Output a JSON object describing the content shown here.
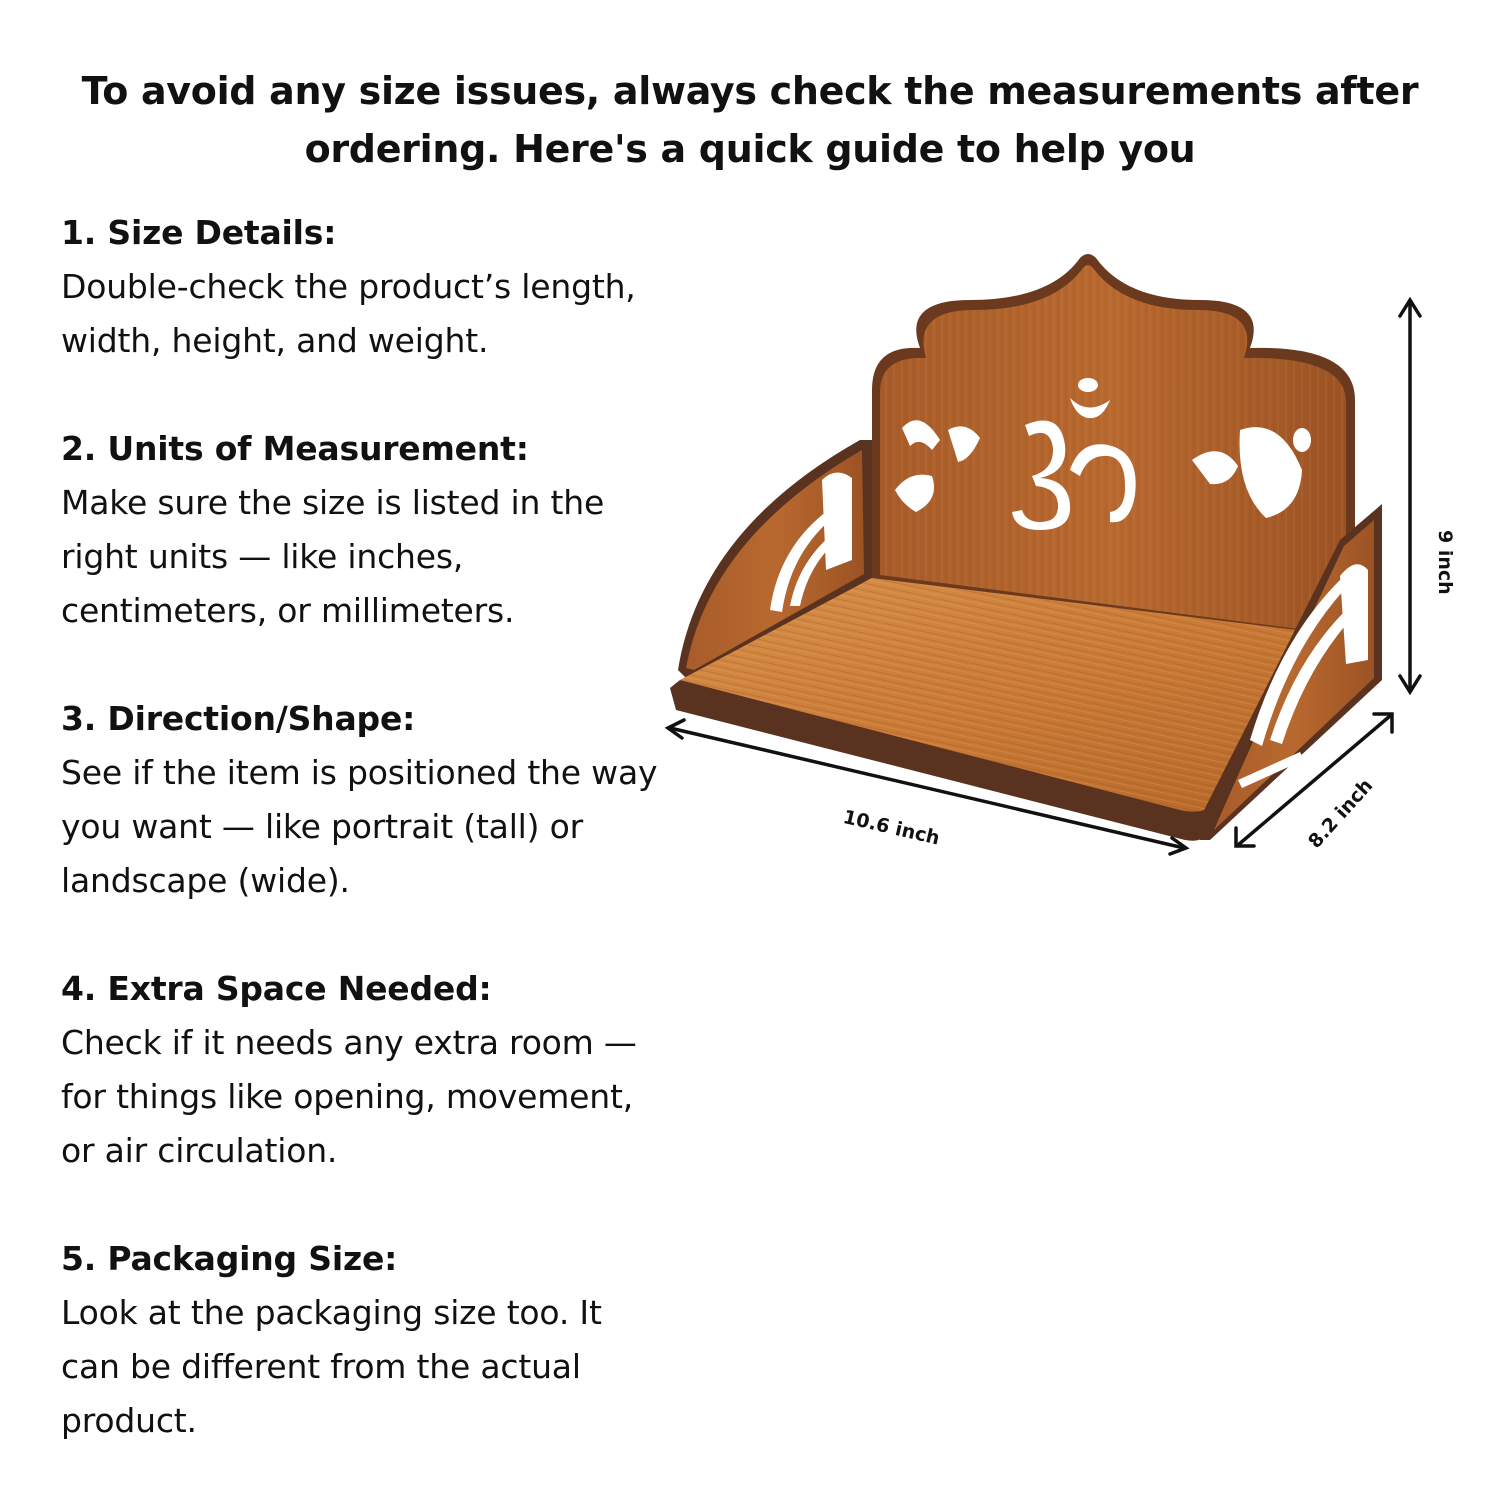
{
  "headline": {
    "line1": "To avoid any size issues, always check the measurements after",
    "line2": "ordering. Here's a quick guide to help you"
  },
  "sections": [
    {
      "title": "1. Size Details:",
      "lines": [
        " Double-check the product’s length,",
        "width, height, and weight."
      ]
    },
    {
      "title": "2. Units of Measurement:",
      "lines": [
        " Make sure the size is listed in the",
        "right units — like inches,",
        "centimeters, or millimeters."
      ]
    },
    {
      "title": "3. Direction/Shape:",
      "lines": [
        " See if the item is positioned the way",
        "you want — like portrait (tall) or",
        "landscape (wide)."
      ]
    },
    {
      "title": "4. Extra Space Needed:",
      "lines": [
        " Check if it needs any extra room —",
        "for things like opening, movement,",
        "or air circulation."
      ]
    },
    {
      "title": "5. Packaging Size:",
      "lines": [
        " Look at the packaging size too. It",
        "can be different from the actual",
        "product."
      ]
    }
  ],
  "dimensions": {
    "width": "10.6 inch",
    "depth": "8.2 inch",
    "height": "9 inch"
  },
  "colors": {
    "wood_light": "#c77a3a",
    "wood_dark": "#8a4a22",
    "edge": "#5a3220",
    "text": "#111111"
  }
}
